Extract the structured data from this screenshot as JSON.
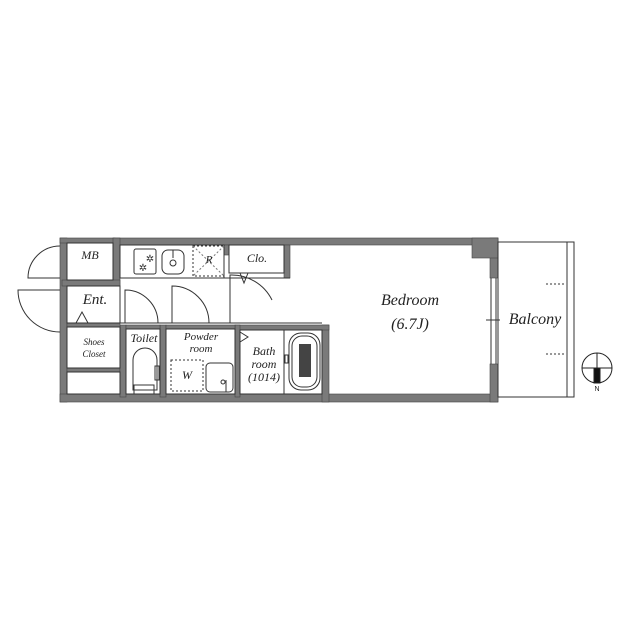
{
  "floorplan": {
    "colors": {
      "wall": "#7a7a7a",
      "line": "#333333",
      "background": "#ffffff"
    },
    "rooms": {
      "mb": "MB",
      "entrance": "Ent.",
      "shoes_closet_line1": "Shoes",
      "shoes_closet_line2": "Closet",
      "toilet": "Toilet",
      "powder_room_line1": "Powder",
      "powder_room_line2": "room",
      "washer": "W",
      "refrigerator": "R",
      "closet": "Clo.",
      "bath_line1": "Bath",
      "bath_line2": "room",
      "bath_line3": "(1014)",
      "bedroom": "Bedroom",
      "bedroom_size": "(6.7J)",
      "balcony": "Balcony"
    },
    "compass": {
      "label": "N"
    }
  }
}
